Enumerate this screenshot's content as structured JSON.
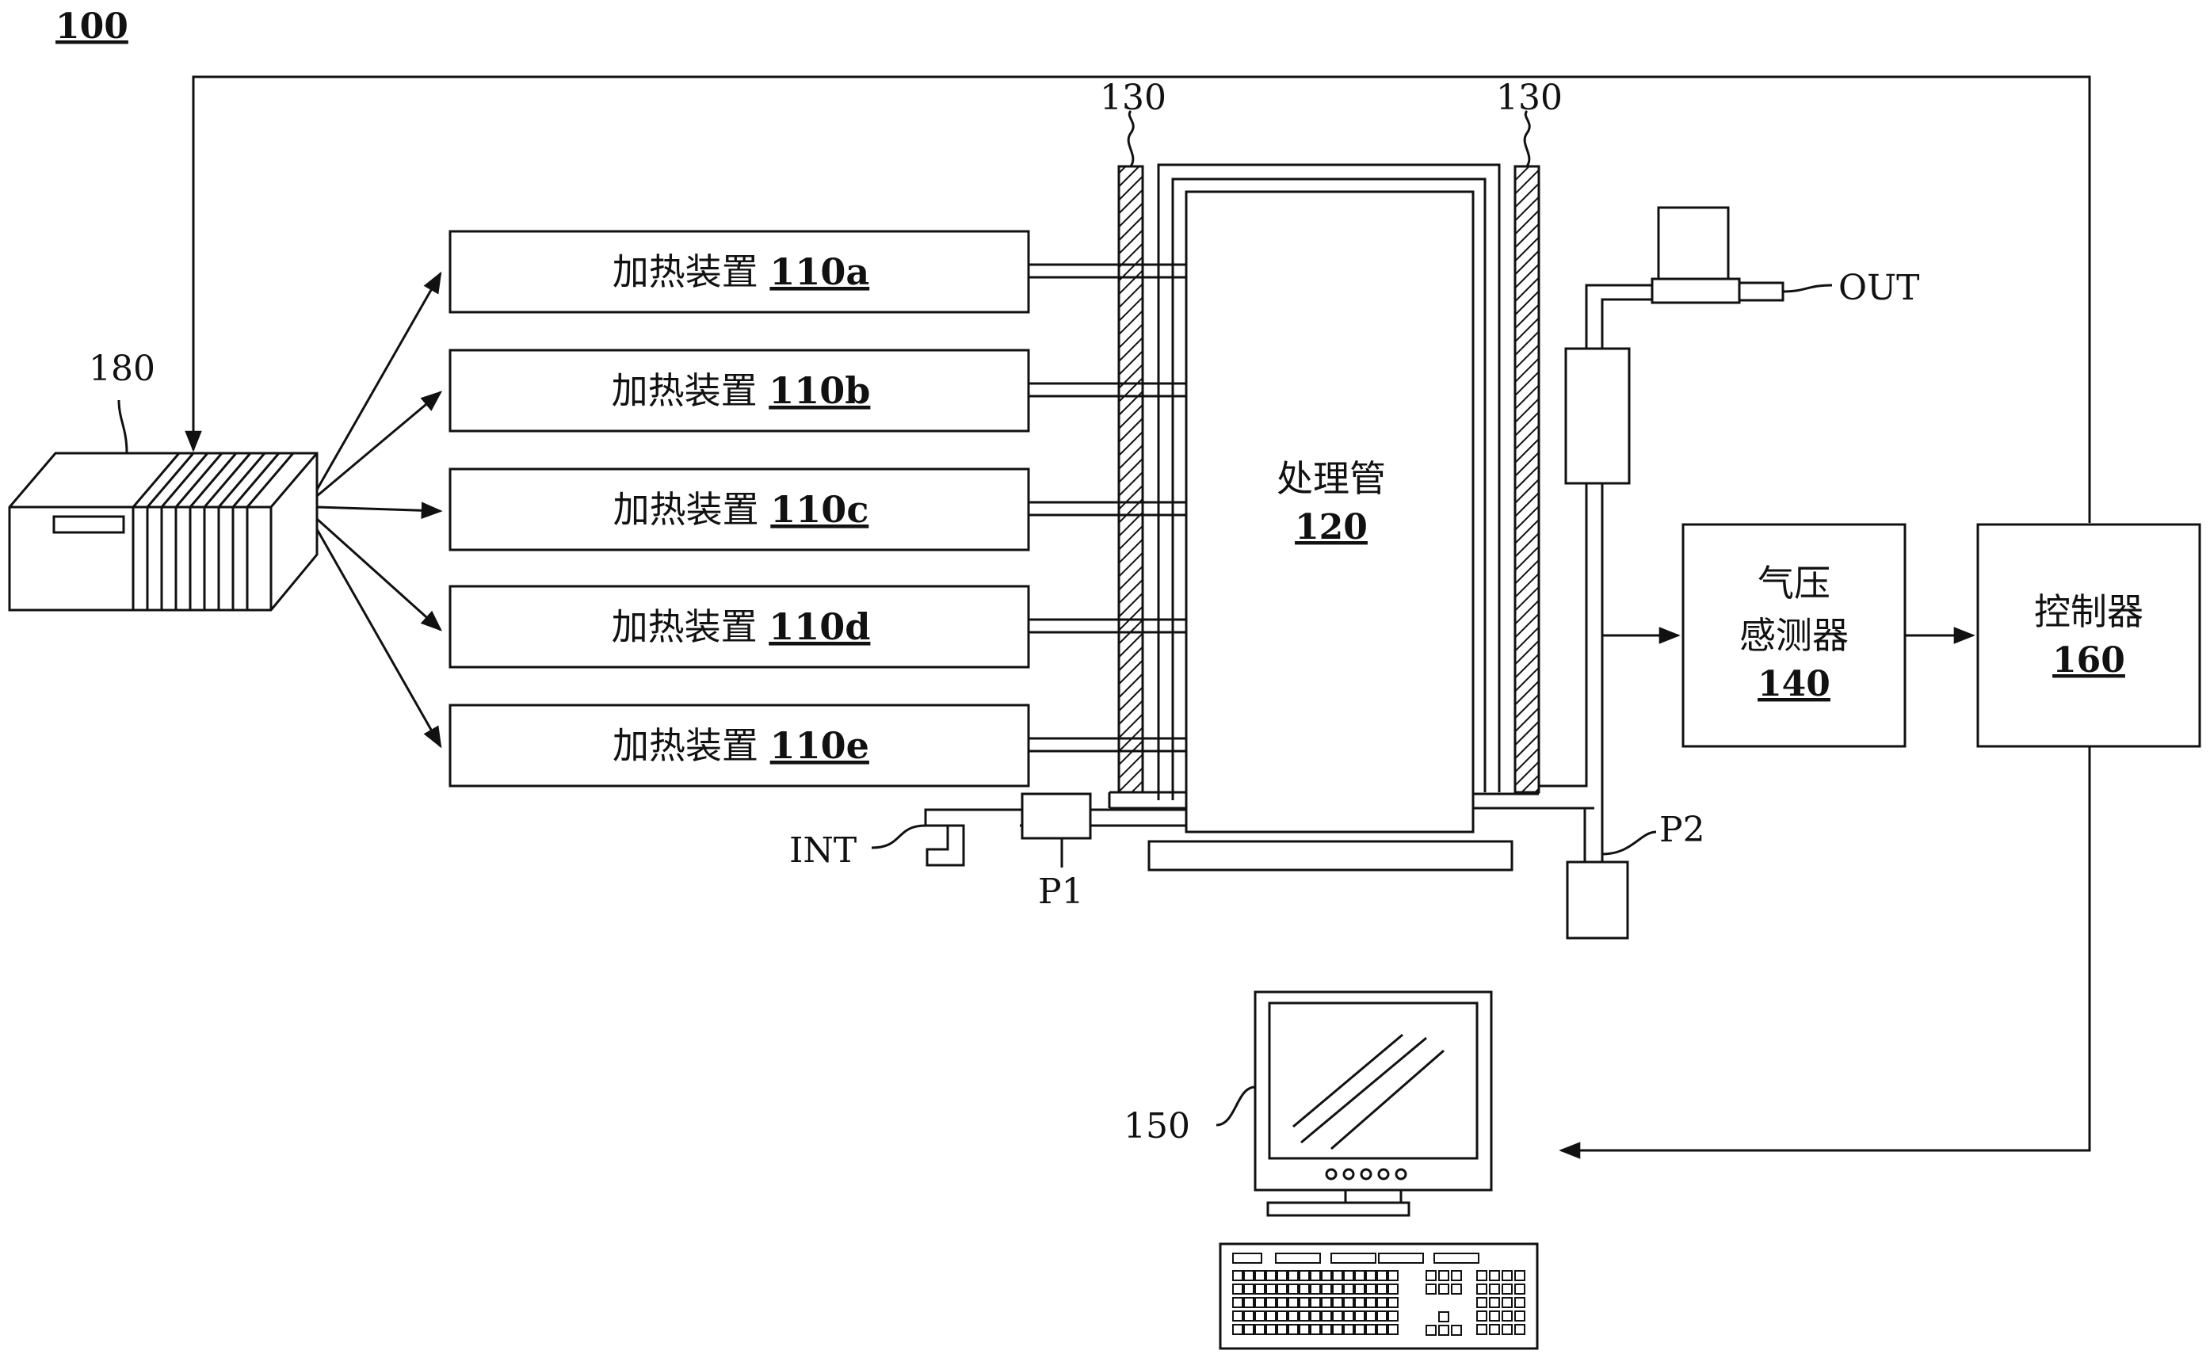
{
  "figure": {
    "system_ref": "100",
    "controller_group_ref": "180",
    "heaters": [
      {
        "label": "加热装置",
        "ref": "110a"
      },
      {
        "label": "加热装置",
        "ref": "110b"
      },
      {
        "label": "加热装置",
        "ref": "110c"
      },
      {
        "label": "加热装置",
        "ref": "110d"
      },
      {
        "label": "加热装置",
        "ref": "110e"
      }
    ],
    "insulation_ref_left": "130",
    "insulation_ref_right": "130",
    "process_tube": {
      "label": "处理管",
      "ref": "120"
    },
    "pressure_sensor": {
      "line1": "气压",
      "line2": "感测器",
      "ref": "140"
    },
    "controller": {
      "label": "控制器",
      "ref": "160"
    },
    "monitor_ref": "150",
    "inlet_label": "INT",
    "outlet_label": "OUT",
    "pump1_label": "P1",
    "pump2_label": "P2"
  },
  "colors": {
    "line": "#111111",
    "hatch": "#111111",
    "background": "#ffffff"
  }
}
